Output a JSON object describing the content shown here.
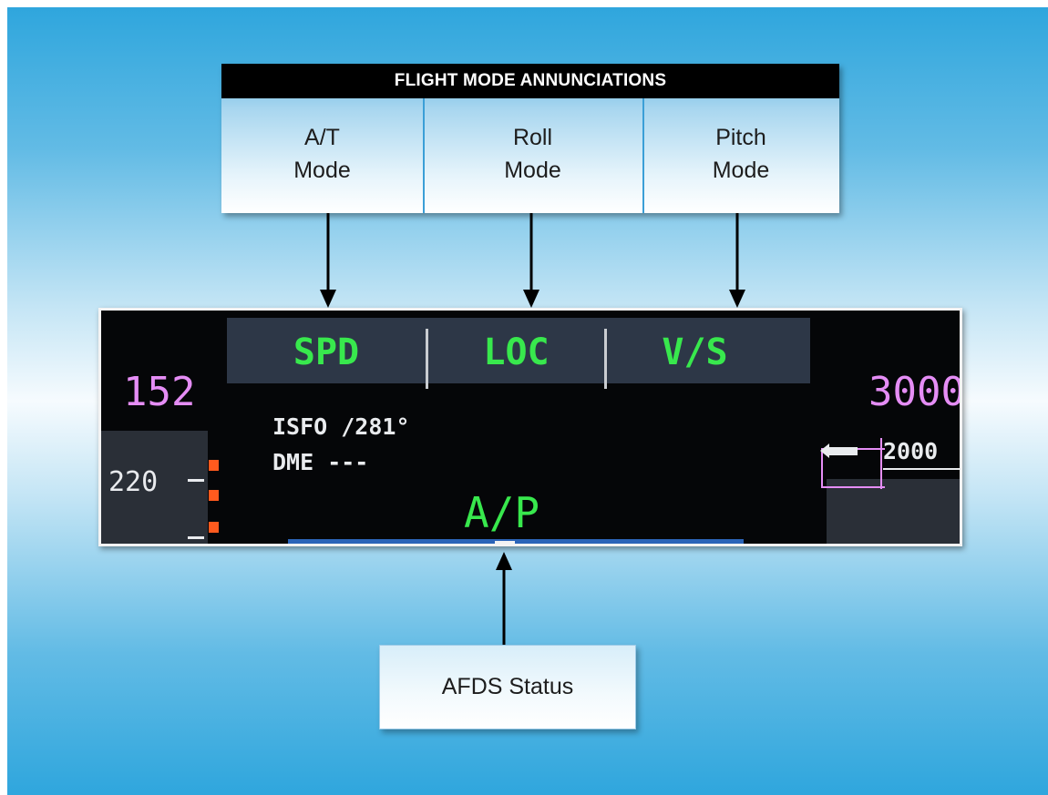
{
  "header": {
    "title": "FLIGHT MODE ANNUNCIATIONS",
    "columns": [
      {
        "line1": "A/T",
        "line2": "Mode"
      },
      {
        "line1": "Roll",
        "line2": "Mode"
      },
      {
        "line1": "Pitch",
        "line2": "Mode"
      }
    ]
  },
  "display": {
    "modes": [
      "SPD",
      "LOC",
      "V/S"
    ],
    "selected_speed": "152",
    "speed_tape_value": "220",
    "selected_altitude": "3000",
    "altitude_tape_value": "2000",
    "nav_line1": "ISFO  /281°",
    "nav_line2": "DME  ---",
    "afds_annunciation": "A/P"
  },
  "callout": {
    "label": "AFDS Status"
  },
  "colors": {
    "mode_green": "#38e84d",
    "magenta": "#e58df5",
    "background_blue": "#2fa6dd"
  }
}
